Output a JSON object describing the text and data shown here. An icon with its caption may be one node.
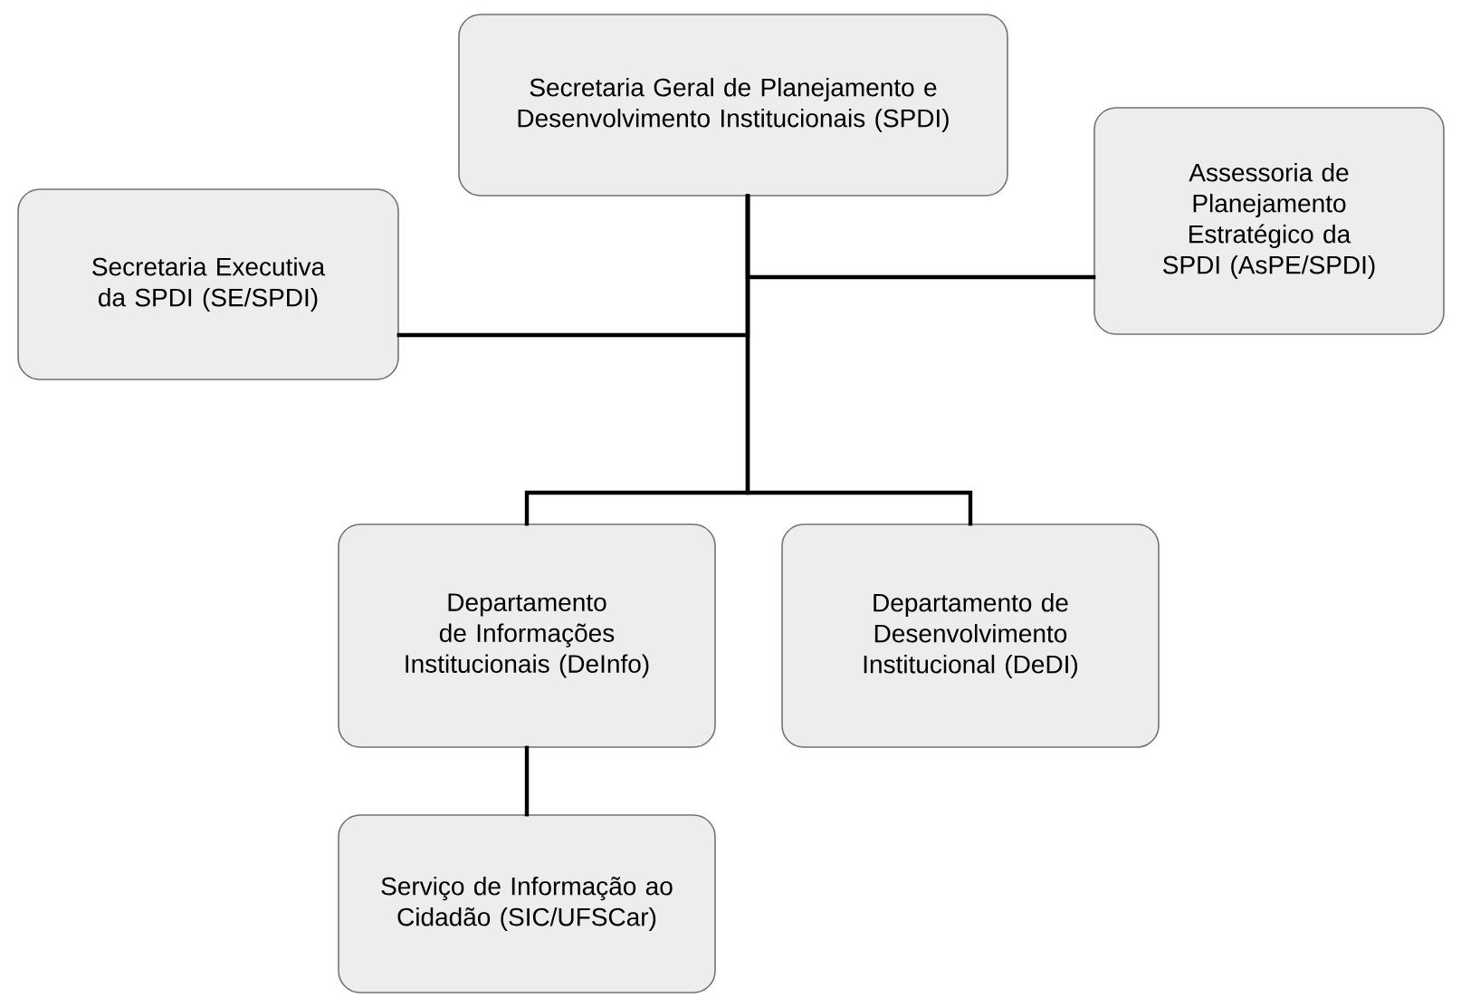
{
  "diagram": {
    "nodes": [
      {
        "text": [
          "Secretaria Geral de Planejamento e Desenvolvimento Institucionais (SPDI)"
        ]
      },
      {
        "text": [
          "Secretaria Executiva da SPDI (SE/SPDI)"
        ]
      },
      {
        "text": [
          "Assessoria de Planejamento Estratégico da SPDI (AsPE/SPDI)"
        ]
      },
      {
        "text": [
          "Departamento de Informações Institucionais (DeInfo)"
        ]
      },
      {
        "text": [
          "Departamento de Desenvolvimento Institucional (DeDI)"
        ]
      },
      {
        "text": [
          "Serviço de Informação ao Cidadão (SIC/UFSCar)"
        ]
      }
    ],
    "edges": [
      {
        "from": 0,
        "to": 1,
        "arrow": "none"
      },
      {
        "from": 0,
        "to": 2,
        "arrow": "none"
      },
      {
        "from": 0,
        "to": 3,
        "arrow": "none"
      },
      {
        "from": 0,
        "to": 4,
        "arrow": "none"
      },
      {
        "from": 3,
        "to": 5,
        "arrow": "none"
      }
    ]
  }
}
